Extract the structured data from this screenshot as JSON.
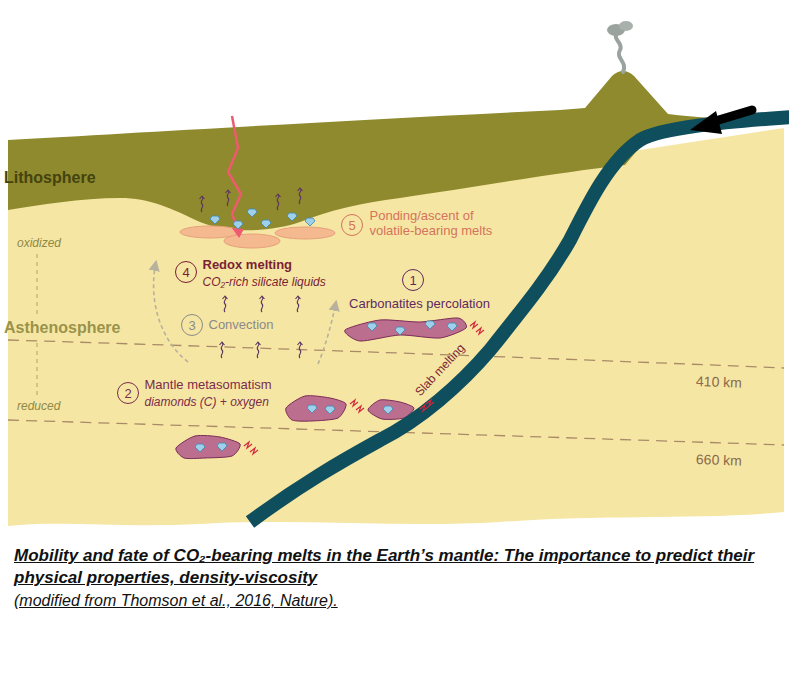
{
  "diagram": {
    "caption": "Mobility and fate of CO₂-bearing melts in the Earth’s mantle: The importance to predict their physical properties, density-viscosity",
    "nodes": [
      {
        "text": [
          "5",
          "Ponding/ascent of volatile-bearing melts"
        ]
      },
      {
        "text": [
          "4",
          "Redox melting",
          "CO₂-rich silicate liquids"
        ]
      },
      {
        "text": [
          "1",
          "Carbonatites percolation"
        ]
      },
      {
        "text": [
          "3",
          "Convection"
        ]
      },
      {
        "text": [
          "2",
          "Mantle metasomatism",
          "diamonds (C) + oxygen"
        ]
      }
    ],
    "labels": [
      "Lithosphere",
      "oxidized",
      "Asthenosphere",
      "410 km",
      "reduced",
      "660 km",
      "Slab melting",
      "(modified from Thomson et al., 2016, Nature)."
    ]
  }
}
